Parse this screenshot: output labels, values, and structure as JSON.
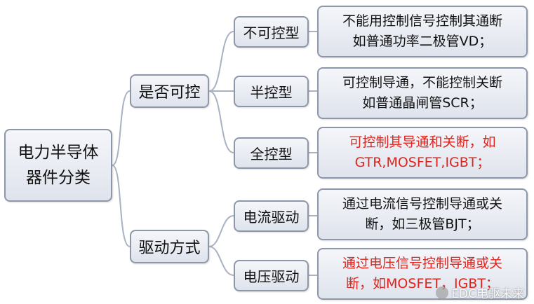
{
  "root": {
    "line1": "电力半导体",
    "line2": "器件分类"
  },
  "branches": [
    {
      "label": "是否可控"
    },
    {
      "label": "驱动方式"
    }
  ],
  "sub": [
    {
      "label": "不可控型"
    },
    {
      "label": "半控型"
    },
    {
      "label": "全控型"
    },
    {
      "label": "电流驱动"
    },
    {
      "label": "电压驱动"
    }
  ],
  "leaves": [
    {
      "line1": "不能用控制信号控制其通断",
      "line2": "如普通功率二极管VD；",
      "color": "#111111"
    },
    {
      "line1": "可控制导通，不能控制关断",
      "line2": "如普通晶闸管SCR；",
      "color": "#111111"
    },
    {
      "line1": "可控制其导通和关断，如",
      "line2": "GTR,MOSFET,IGBT；",
      "color": "#e3231b"
    },
    {
      "line1": "通过电流信号控制导通或关",
      "line2": "断，如三极管BJT；",
      "color": "#111111"
    },
    {
      "line1": "通过电压信号控制导通或关",
      "line2": "断，如MOSFET，IGBT；",
      "color": "#e3231b"
    }
  ],
  "colors": {
    "connector": "#a9b2c2",
    "box_border": "#8d97a8",
    "accent_red": "#e3231b"
  },
  "watermark": {
    "text": "EDC电驱未来",
    "icon": "wechat-icon"
  }
}
